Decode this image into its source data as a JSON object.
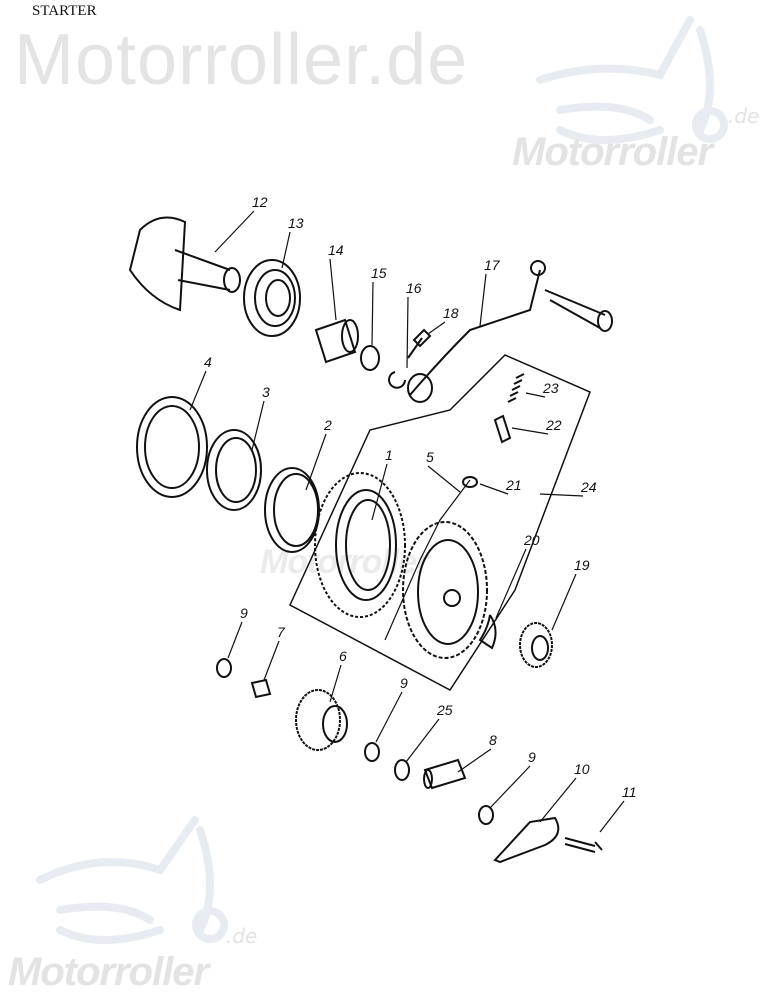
{
  "title": "STARTER",
  "watermarks": {
    "main": "Motorroller.de",
    "logo": "Motorroller",
    "logo_suffix": ".de"
  },
  "part_labels": [
    "12",
    "13",
    "14",
    "15",
    "16",
    "18",
    "17",
    "4",
    "3",
    "2",
    "1",
    "5",
    "23",
    "22",
    "21",
    "24",
    "20",
    "19",
    "9",
    "7",
    "6",
    "9",
    "25",
    "8",
    "9",
    "10",
    "11"
  ]
}
